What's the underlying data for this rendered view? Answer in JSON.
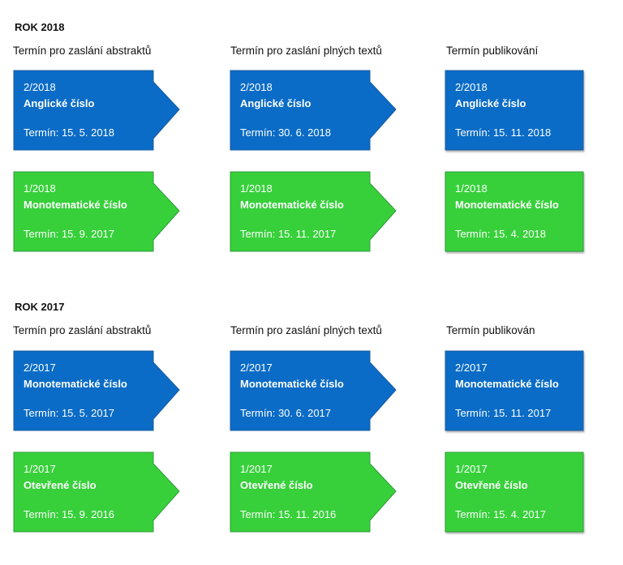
{
  "colors": {
    "blue": "#0a6cc6",
    "blue_border": "#1a5aa0",
    "green": "#37d03a",
    "green_border": "#2e9a3a"
  },
  "sections": [
    {
      "title": "ROK 2018",
      "headers": [
        "Termín pro zaslání abstraktů",
        "Termín pro zaslání plných textů",
        "Termín publikování"
      ],
      "rows": [
        {
          "color": "blue",
          "cards": [
            {
              "code": "2/2018",
              "name": "Anglické číslo",
              "term": "Termín: 15. 5. 2018"
            },
            {
              "code": "2/2018",
              "name": "Anglické číslo",
              "term": "Termín: 30. 6. 2018"
            },
            {
              "code": "2/2018",
              "name": "Anglické číslo",
              "term": "Termín: 15. 11. 2018"
            }
          ]
        },
        {
          "color": "green",
          "cards": [
            {
              "code": "1/2018",
              "name": "Monotematické číslo",
              "term": "Termín: 15. 9. 2017"
            },
            {
              "code": "1/2018",
              "name": "Monotematické číslo",
              "term": "Termín: 15. 11. 2017"
            },
            {
              "code": "1/2018",
              "name": "Monotematické číslo",
              "term": "Termín: 15. 4. 2018"
            }
          ]
        }
      ]
    },
    {
      "title": "ROK 2017",
      "headers": [
        "Termín pro zaslání abstraktů",
        "Termín pro zaslání plných textů",
        "Termín publikován"
      ],
      "rows": [
        {
          "color": "blue",
          "cards": [
            {
              "code": "2/2017",
              "name": "Monotematické číslo",
              "term": "Termín: 15. 5. 2017"
            },
            {
              "code": "2/2017",
              "name": "Monotematické číslo",
              "term": "Termín: 30. 6. 2017"
            },
            {
              "code": "2/2017",
              "name": "Monotematické číslo",
              "term": "Termín: 15. 11. 2017"
            }
          ]
        },
        {
          "color": "green",
          "cards": [
            {
              "code": "1/2017",
              "name": "Otevřené číslo",
              "term": "Termín: 15. 9. 2016"
            },
            {
              "code": "1/2017",
              "name": "Otevřené číslo",
              "term": "Termín: 15. 11. 2016"
            },
            {
              "code": "1/2017",
              "name": "Otevřené číslo",
              "term": "Termín: 15. 4. 2017"
            }
          ]
        }
      ]
    }
  ]
}
